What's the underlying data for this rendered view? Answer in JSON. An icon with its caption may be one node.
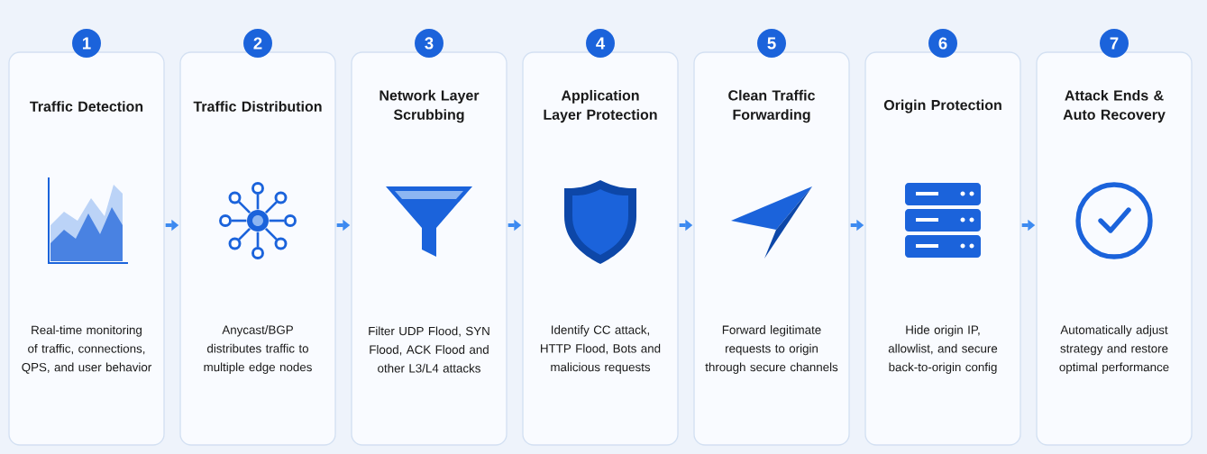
{
  "diagram": {
    "nodes": [
      {
        "text": [
          "1",
          "Traffic Detection",
          "Real-time monitoring of traffic, connections, QPS, and user behavior"
        ]
      },
      {
        "text": [
          "2",
          "Traffic Distribution",
          "Anycast/BGP distributes traffic to multiple edge nodes"
        ]
      },
      {
        "text": [
          "3",
          "Network Layer Scrubbing",
          "Filter UDP Flood, SYN Flood, ACK Flood and other L3/L4 attacks"
        ]
      },
      {
        "text": [
          "4",
          "Application Layer Protection",
          "Identify CC attack, HTTP Flood, Bots and malicious requests"
        ]
      },
      {
        "text": [
          "5",
          "Clean Traffic Forwarding",
          "Forward legitimate requests to origin through secure channels"
        ]
      },
      {
        "text": [
          "6",
          "Origin Protection",
          "Hide origin IP, allowlist, and secure back-to-origin config"
        ]
      },
      {
        "text": [
          "7",
          "Attack Ends & Auto Recovery",
          "Automatically adjust strategy and restore optimal performance"
        ]
      }
    ],
    "edges": [
      {
        "from": 0,
        "to": 1,
        "arrow": "to"
      },
      {
        "from": 1,
        "to": 2,
        "arrow": "to"
      },
      {
        "from": 2,
        "to": 3,
        "arrow": "to"
      },
      {
        "from": 3,
        "to": 4,
        "arrow": "to"
      },
      {
        "from": 4,
        "to": 5,
        "arrow": "to"
      },
      {
        "from": 5,
        "to": 6,
        "arrow": "to"
      }
    ]
  }
}
